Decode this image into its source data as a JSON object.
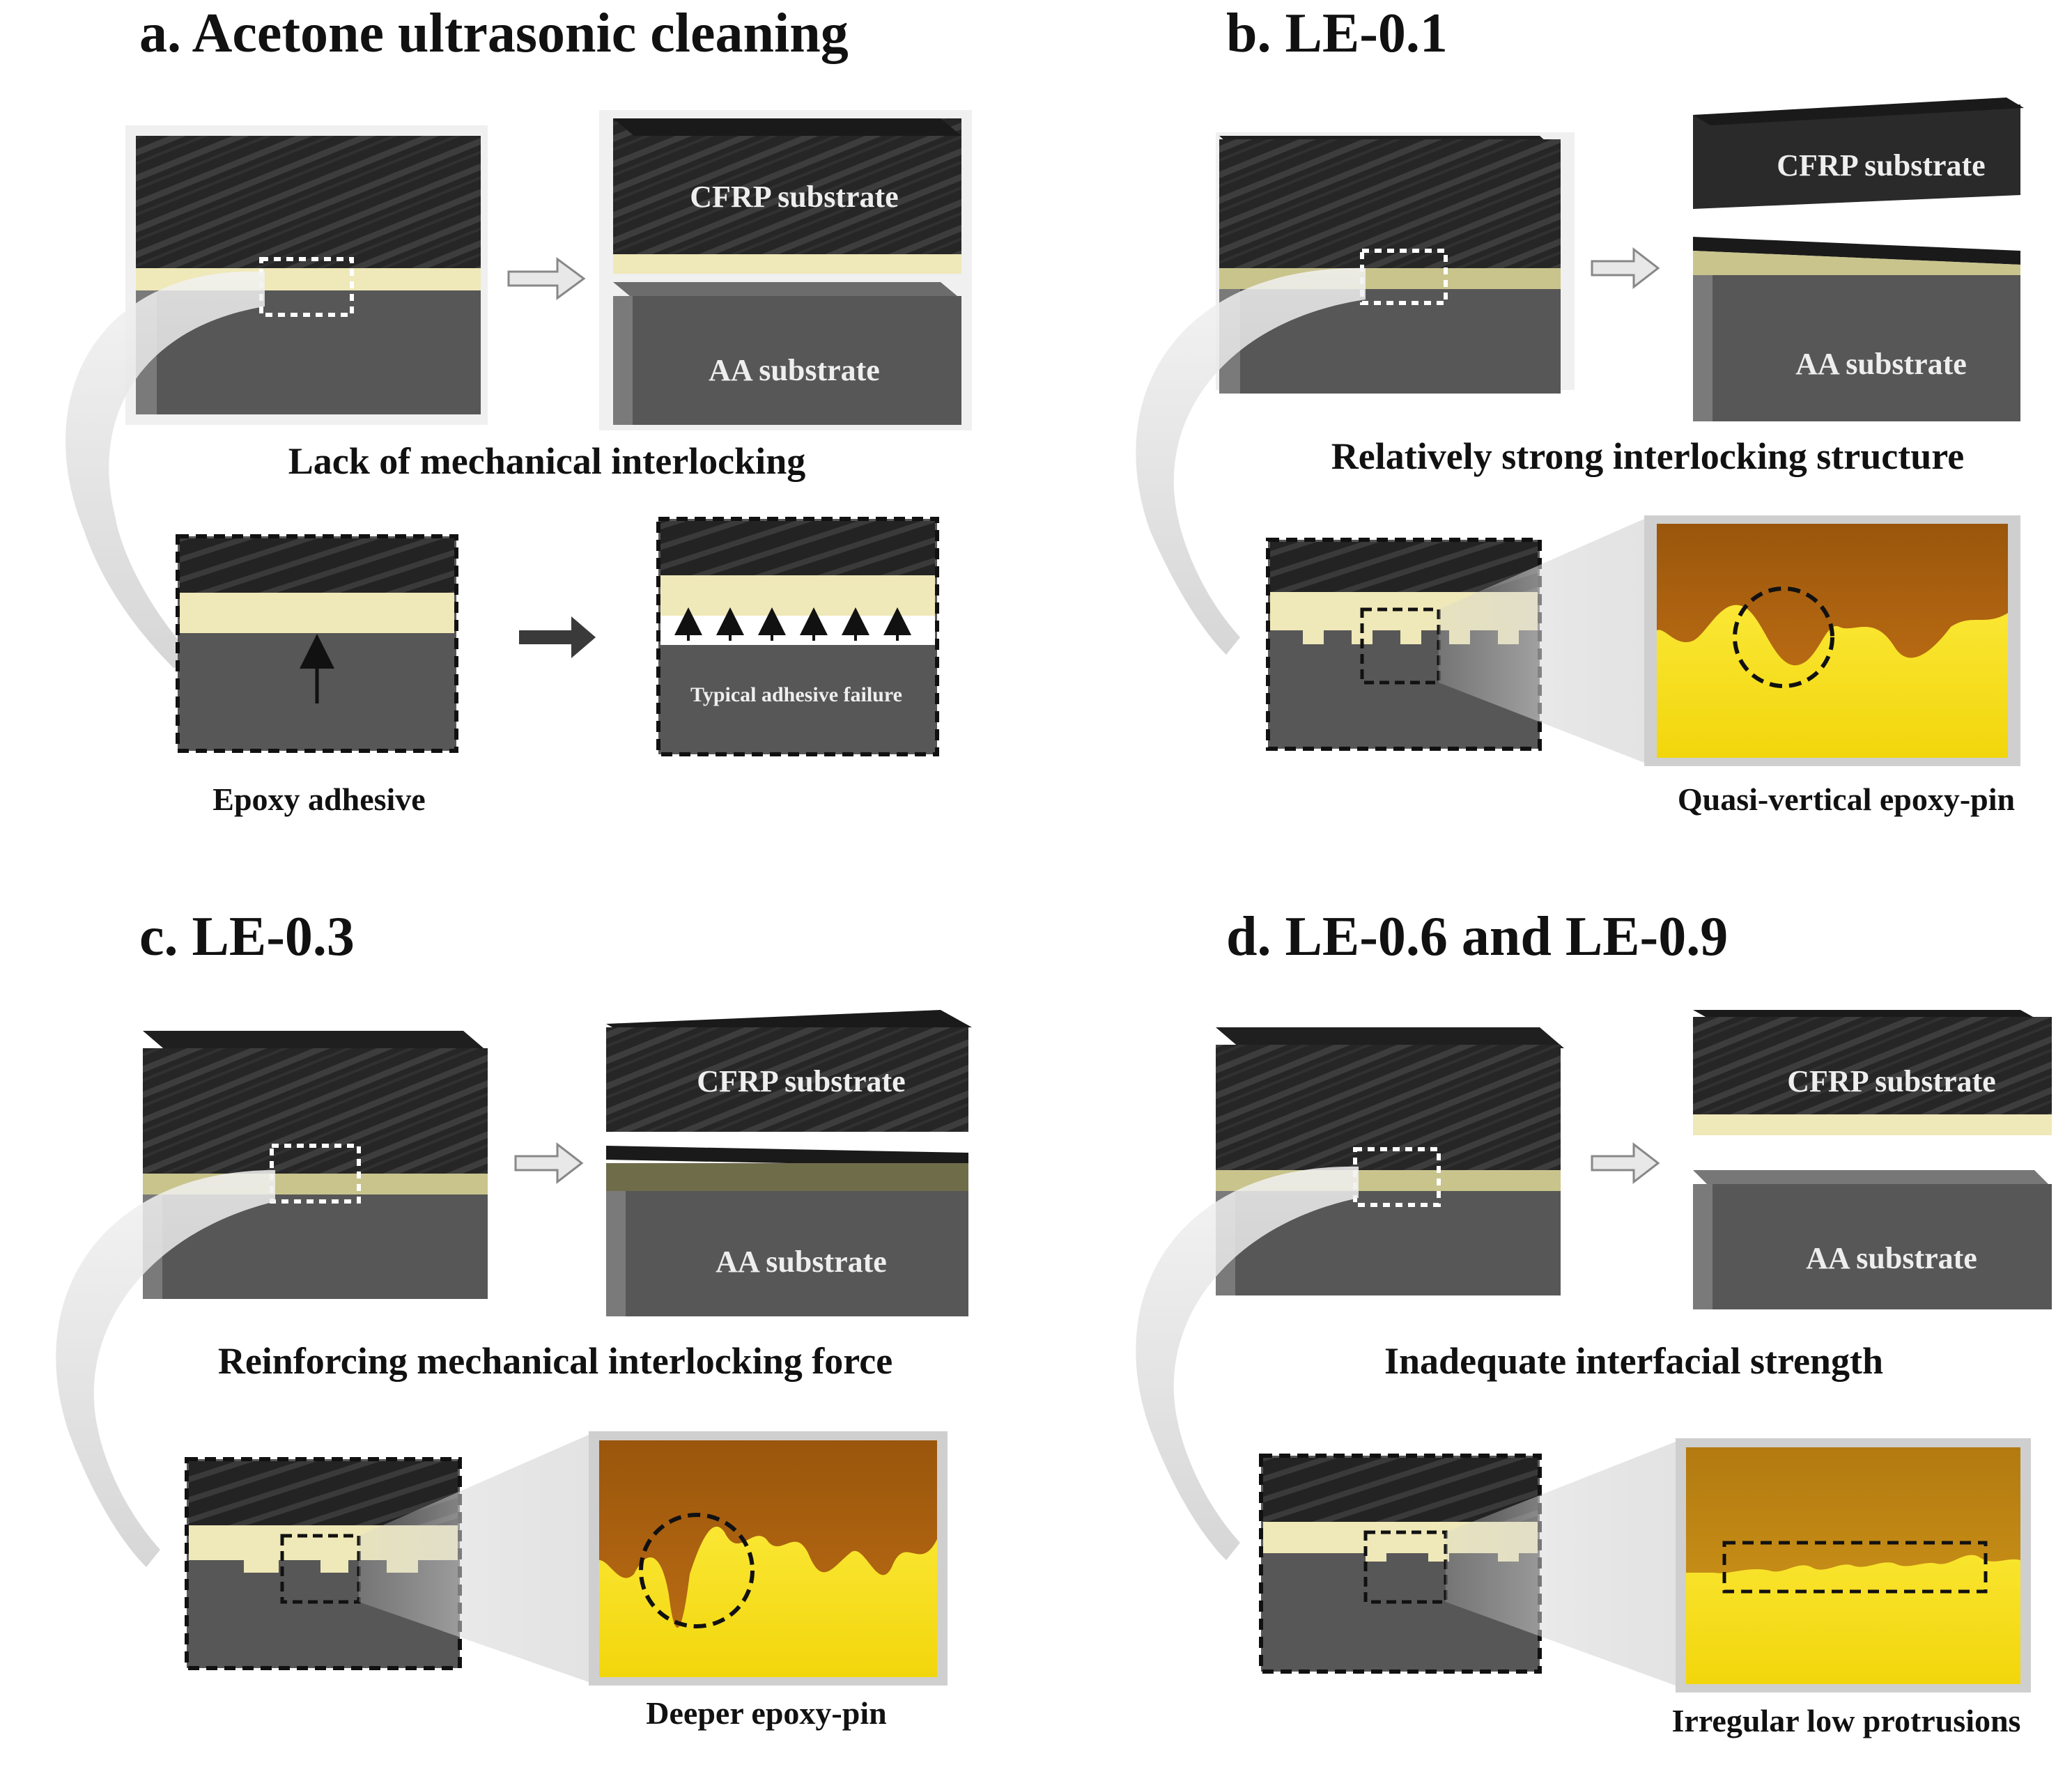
{
  "panels": {
    "a": {
      "title": "a. Acetone ultrasonic cleaning",
      "caption": "Lack of mechanical interlocking",
      "cfrp_label": "CFRP substrate",
      "aa_label": "AA substrate",
      "failure_label": "Typical adhesive failure",
      "epoxy_label": "Epoxy adhesive"
    },
    "b": {
      "title": "b. LE-0.1",
      "caption": "Relatively strong interlocking structure",
      "cfrp_label": "CFRP substrate",
      "aa_label": "AA substrate",
      "micro_caption": "Quasi-vertical epoxy-pin"
    },
    "c": {
      "title": "c. LE-0.3",
      "caption": "Reinforcing mechanical interlocking force",
      "cfrp_label": "CFRP substrate",
      "aa_label": "AA substrate",
      "micro_caption": "Deeper epoxy-pin"
    },
    "d": {
      "title": "d. LE-0.6 and LE-0.9",
      "caption": "Inadequate interfacial strength",
      "cfrp_label": "CFRP substrate",
      "aa_label": "AA substrate",
      "micro_caption": "Irregular low protrusions"
    }
  },
  "colors": {
    "cfrp": "#2a2a2a",
    "aa": "#575757",
    "epoxy": "#efe8b8",
    "micro_resin": "#a8600e",
    "micro_metal": "#f4dc10"
  }
}
